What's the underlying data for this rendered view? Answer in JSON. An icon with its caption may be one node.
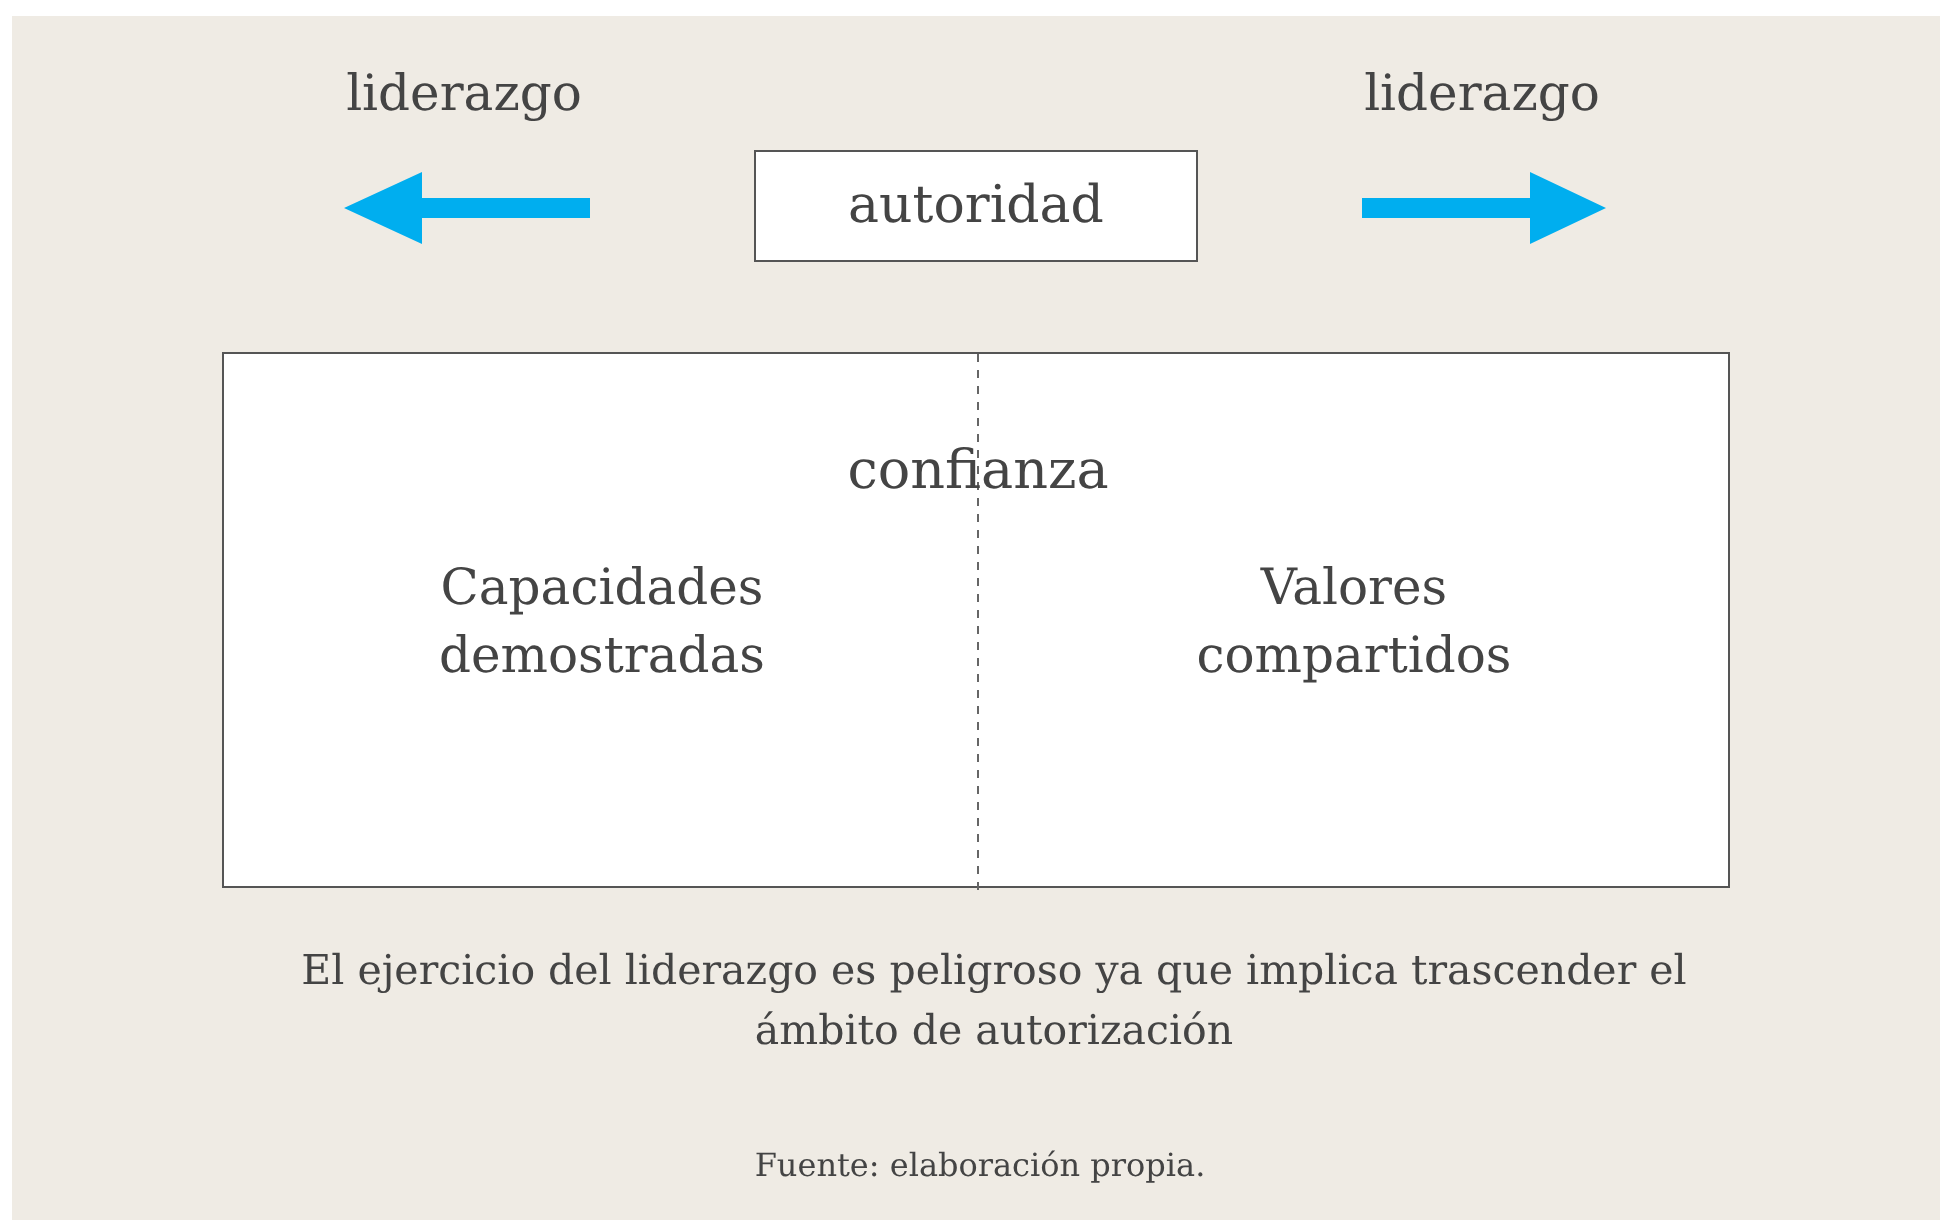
{
  "diagram": {
    "caption": "El ejercicio del liderazgo es peligroso ya que implica trascender el ámbito de autorización",
    "nodes": [
      {
        "text": [
          "autoridad"
        ]
      },
      {
        "text": [
          "confianza",
          "Capacidades demostradas",
          "Valores compartidos"
        ]
      }
    ],
    "edges": [],
    "labels": [
      "liderazgo",
      "liderazgo",
      "Fuente: elaboración propia."
    ]
  }
}
